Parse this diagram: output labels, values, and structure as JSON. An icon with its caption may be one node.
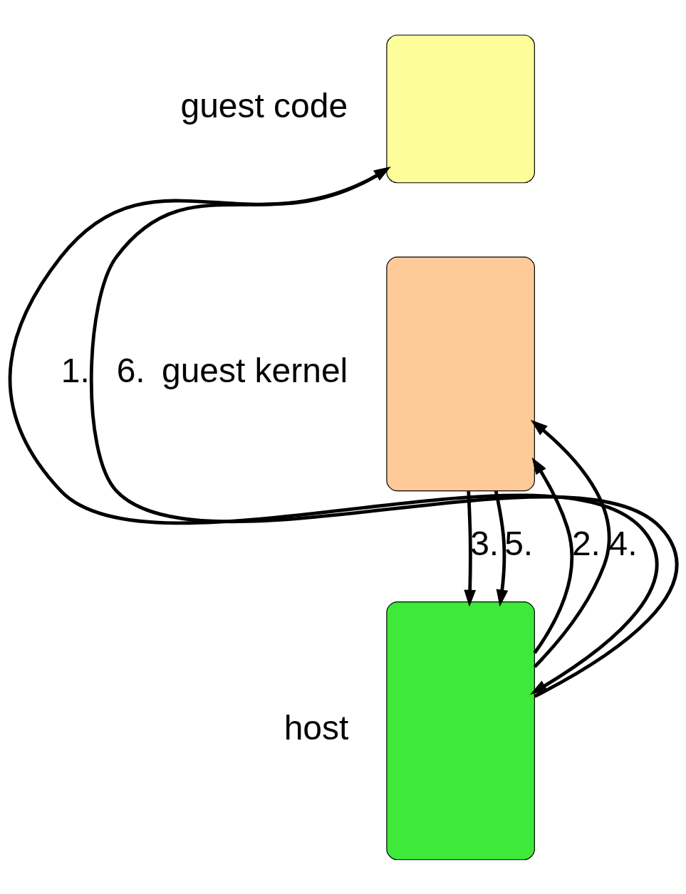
{
  "diagram": {
    "nodes": [
      {
        "text": [],
        "shape": "box",
        "beside": [
          "guest code"
        ]
      },
      {
        "text": [],
        "shape": "box",
        "beside": [
          "guest kernel"
        ]
      },
      {
        "text": [],
        "shape": "box",
        "beside": [
          "host"
        ]
      }
    ],
    "edges": [
      {
        "from": 0,
        "to": 2,
        "arrow": "to",
        "label": "1."
      },
      {
        "from": 2,
        "to": 1,
        "arrow": "to",
        "label": "2."
      },
      {
        "from": 1,
        "to": 2,
        "arrow": "to",
        "label": "3."
      },
      {
        "from": 2,
        "to": 1,
        "arrow": "to",
        "label": "4."
      },
      {
        "from": 1,
        "to": 2,
        "arrow": "to",
        "label": "5."
      },
      {
        "from": 2,
        "to": 0,
        "arrow": "to",
        "label": "6."
      }
    ]
  }
}
